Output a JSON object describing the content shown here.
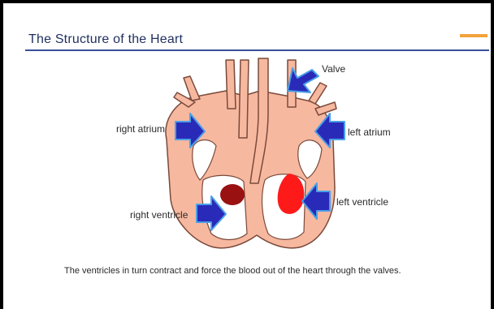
{
  "slide": {
    "title": "The Structure of the Heart",
    "caption": "The ventricles in turn contract and force the blood out of the heart through the valves."
  },
  "labels": {
    "valve": "Valve",
    "right_atrium": "right atrium",
    "left_atrium": "left atrium",
    "right_ventricle": "right ventricle",
    "left_ventricle": "left ventricle"
  },
  "colors": {
    "tissue": "#f7b8a0",
    "tissue_outline": "#7a4a3a",
    "arrow_fill": "#2a2ab8",
    "arrow_outline": "#4aa0e8",
    "right_ventricle_blood": "#991111",
    "left_ventricle_blood": "#ff1a1a",
    "title_rule": "#3a4f9a",
    "brand_tag": "#f2a33a"
  }
}
